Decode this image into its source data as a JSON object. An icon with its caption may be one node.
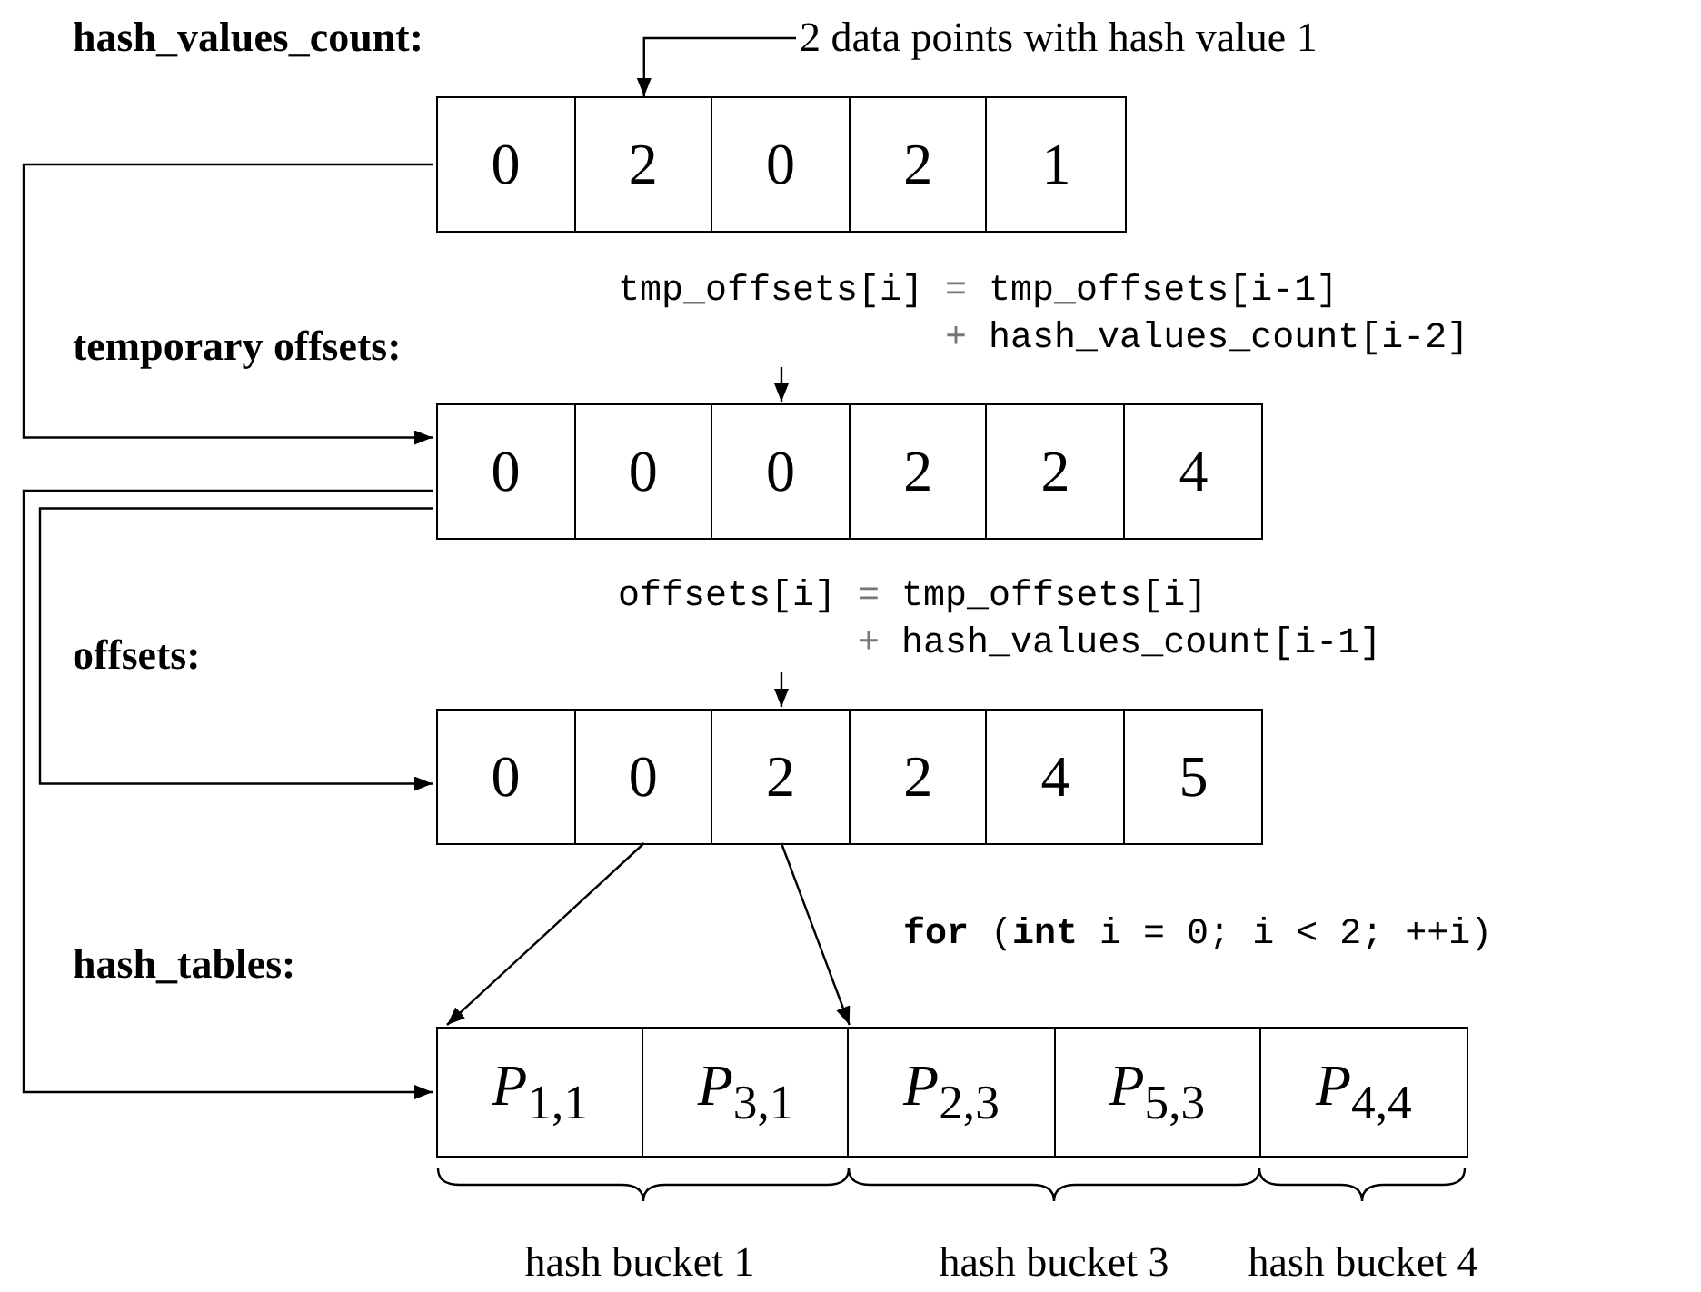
{
  "diagram": {
    "nodes": [
      {
        "text": [],
        "shape": "box"
      },
      {
        "text": [
          "0"
        ],
        "in": 0
      },
      {
        "text": [
          "2"
        ],
        "in": 0
      },
      {
        "text": [
          "0"
        ],
        "in": 0
      },
      {
        "text": [
          "2"
        ],
        "in": 0
      },
      {
        "text": [
          "1"
        ],
        "in": 0
      },
      {
        "text": [
          "2 data points with hash value 1"
        ]
      },
      {
        "text": [
          "tmp_offsets[i] = tmp_offsets[i-1] + hash_values_count[i-2]"
        ]
      },
      {
        "text": [],
        "shape": "box"
      },
      {
        "text": [
          "0"
        ],
        "in": 8
      },
      {
        "text": [
          "0"
        ],
        "in": 8
      },
      {
        "text": [
          "0"
        ],
        "in": 8
      },
      {
        "text": [
          "2"
        ],
        "in": 8
      },
      {
        "text": [
          "2"
        ],
        "in": 8
      },
      {
        "text": [
          "4"
        ],
        "in": 8
      },
      {
        "text": [
          "offsets[i] = tmp_offsets[i] + hash_values_count[i-1]"
        ]
      },
      {
        "text": [],
        "shape": "box"
      },
      {
        "text": [
          "0"
        ],
        "in": 16
      },
      {
        "text": [
          "0"
        ],
        "in": 16
      },
      {
        "text": [
          "2"
        ],
        "in": 16
      },
      {
        "text": [
          "2"
        ],
        "in": 16
      },
      {
        "text": [
          "4"
        ],
        "in": 16
      },
      {
        "text": [
          "5"
        ],
        "in": 16
      },
      {
        "text": [],
        "shape": "box"
      },
      {
        "text": [
          "*P*$_{1,1}$"
        ],
        "in": 23
      },
      {
        "text": [
          "*P*$_{3,1}$"
        ],
        "in": 23
      },
      {
        "text": [
          "*P*$_{2,3}$"
        ],
        "in": 23
      },
      {
        "text": [
          "*P*$_{5,3}$"
        ],
        "in": 23
      },
      {
        "text": [
          "*P*$_{4,4}$"
        ],
        "in": 23
      }
    ],
    "edges": [
      {
        "from": 6,
        "to": 2,
        "arrow": "to"
      },
      {
        "from": 0,
        "to": 8,
        "arrow": "to"
      },
      {
        "from": 7,
        "to": 11,
        "arrow": "to"
      },
      {
        "from": 8,
        "to": 23,
        "arrow": "to"
      },
      {
        "from": 8,
        "to": 16,
        "arrow": "to"
      },
      {
        "from": 15,
        "to": 19,
        "arrow": "to"
      },
      {
        "from": 18,
        "to": 24,
        "arrow": "to"
      },
      {
        "from": 19,
        "to": 26,
        "arrow": "to"
      }
    ],
    "labels": [
      "hash_values_count:",
      "temporary offsets:",
      "offsets:",
      "**for** (**int** i = 0; i < 2; ++i)",
      "hash_tables:",
      "hash bucket 1",
      "hash bucket 3",
      "hash bucket 4"
    ]
  }
}
